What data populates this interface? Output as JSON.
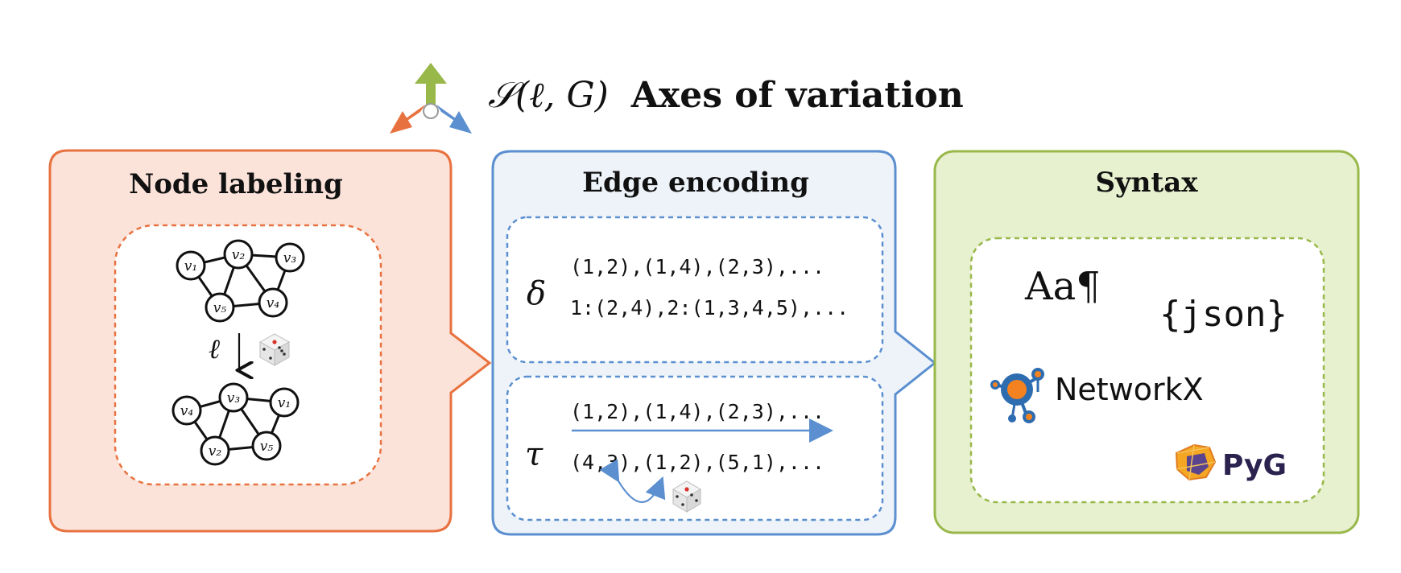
{
  "title": {
    "math": "𝒮(ℓ, G)",
    "text": "Axes of variation"
  },
  "colors": {
    "orange": "#e8723f",
    "orange_fill": "#fbe3da",
    "blue": "#5b8fcf",
    "blue_fill": "#eef3f9",
    "green": "#98b84a",
    "green_fill": "#e7f0cf",
    "networkx_blue": "#2e6cb0",
    "networkx_orange": "#f58220",
    "pyg_dark": "#2b2250"
  },
  "icons": {
    "axes": "three-arrow-axes-icon",
    "dice": "dice-icon",
    "networkx": "networkx-logo",
    "pyg": "pyg-logo"
  },
  "panels": {
    "node_labeling": {
      "title": "Node labeling",
      "graph_top": {
        "nodes": [
          "v1",
          "v2",
          "v3",
          "v4",
          "v5"
        ]
      },
      "map_symbol": "ℓ",
      "graph_bottom": {
        "nodes": [
          "v4",
          "v3",
          "v1",
          "v2",
          "v5"
        ]
      }
    },
    "edge_encoding": {
      "title": "Edge encoding",
      "delta": {
        "symbol": "δ",
        "line1": "(1,2),(1,4),(2,3),...",
        "line2": "1:(2,4),2:(1,3,4,5),..."
      },
      "tau": {
        "symbol": "τ",
        "line1": "(1,2),(1,4),(2,3),...",
        "line2": "(4,3),(1,2),(5,1),..."
      }
    },
    "syntax": {
      "title": "Syntax",
      "aa": "Aa¶",
      "json": "{json}",
      "networkx": "NetworkX",
      "pyg": "PyG"
    }
  }
}
